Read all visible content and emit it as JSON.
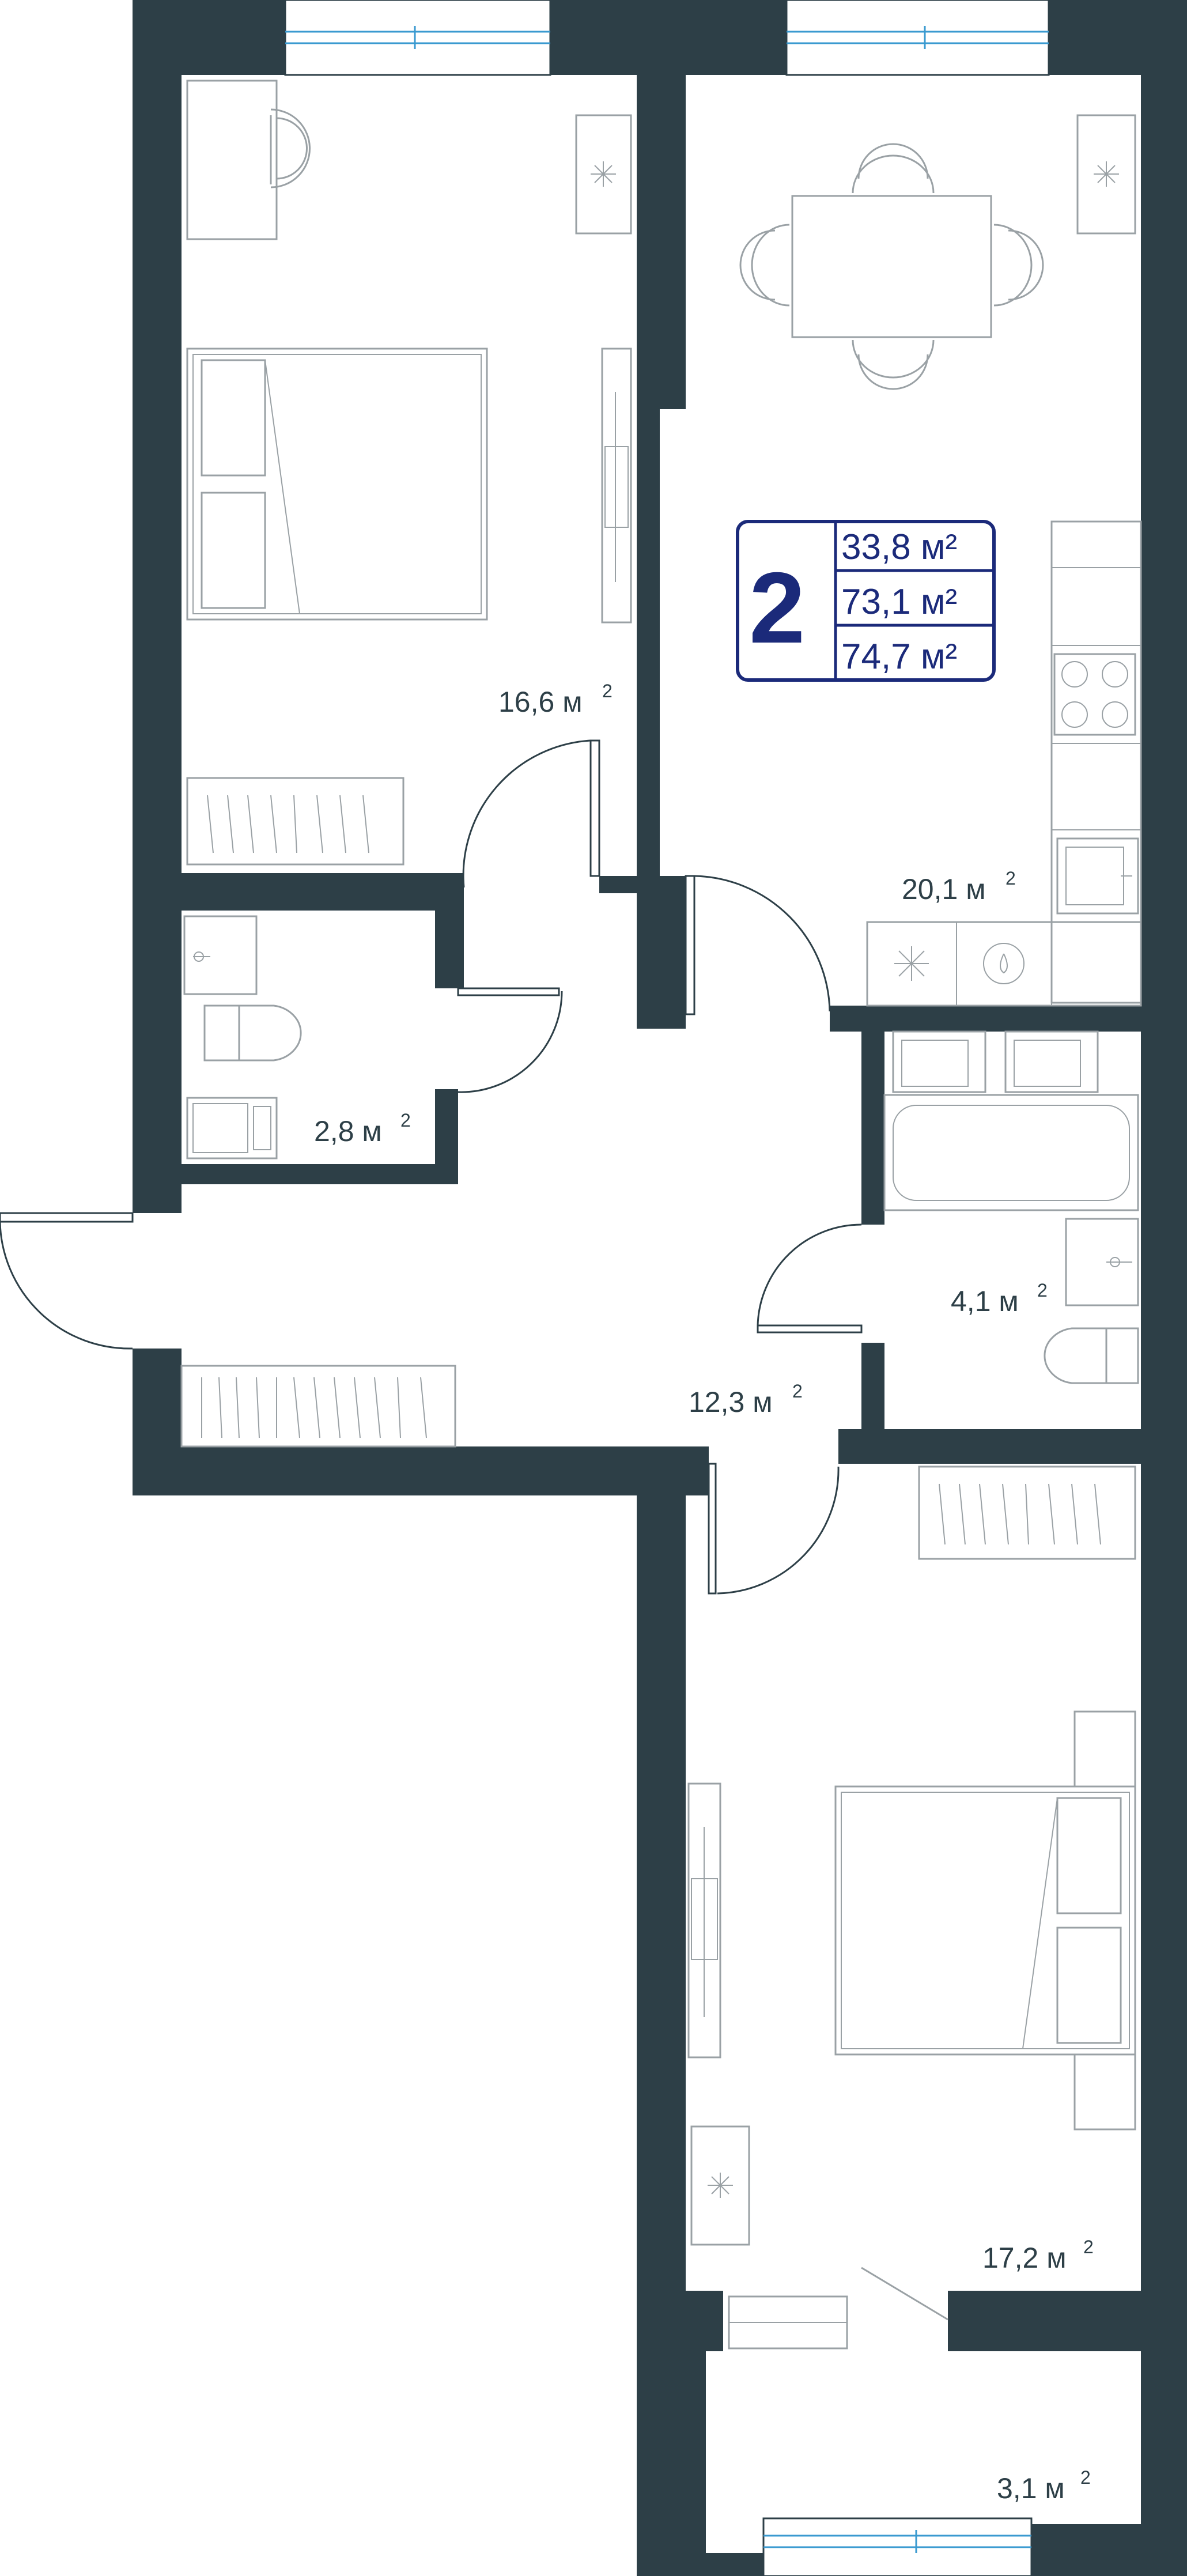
{
  "badge": {
    "rooms": "2",
    "living_area": "33,8 м²",
    "total_area": "73,1 м²",
    "total_area_with_balcony": "74,7 м²"
  },
  "rooms": [
    {
      "id": "bedroom-1",
      "area": "16,6 м",
      "sup": "2"
    },
    {
      "id": "kitchen-living",
      "area": "20,1 м",
      "sup": "2"
    },
    {
      "id": "toilet",
      "area": "2,8 м",
      "sup": "2"
    },
    {
      "id": "bathroom",
      "area": "4,1 м",
      "sup": "2"
    },
    {
      "id": "hallway",
      "area": "12,3 м",
      "sup": "2"
    },
    {
      "id": "bedroom-2",
      "area": "17,2 м",
      "sup": "2"
    },
    {
      "id": "balcony",
      "area": "3,1 м",
      "sup": "2"
    }
  ],
  "colors": {
    "walls": "#2d3f47",
    "furniture": "#9aa1a5",
    "windows": "#3a9ad0",
    "badge": "#1b2a7a"
  }
}
